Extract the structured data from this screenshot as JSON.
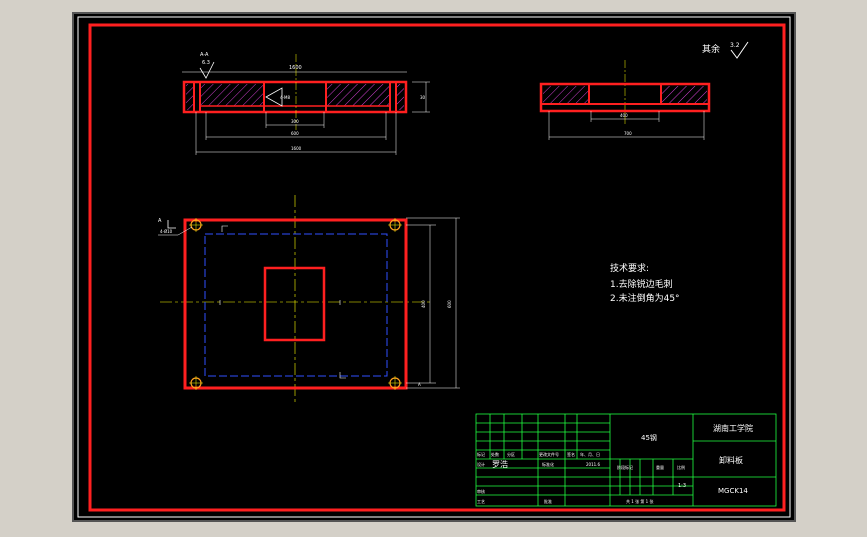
{
  "drawing": {
    "surface_finish_label": "其余",
    "surface_finish_value": "3.2",
    "top_left_view": {
      "section_label": "A-A",
      "roughness_value": "6.3",
      "dim_overall_width": "1600",
      "dim_height": "30",
      "dim_inner_1": "300",
      "dim_inner_2": "600",
      "dim_bottom_width": "1600",
      "hole_label": "4-M8"
    },
    "top_right_view": {
      "dim_inner": "400",
      "dim_bottom": "700"
    },
    "plan_view": {
      "section_marker": "A",
      "hole_spec": "4-Ø10",
      "dim_vertical_inner": "400",
      "dim_vertical_outer": "600"
    },
    "tech_requirements": {
      "heading": "技术要求:",
      "items": [
        "1.去除锐边毛刺",
        "2.未注倒角为45°"
      ]
    },
    "title_block": {
      "material": "45钢",
      "school": "湖南工学院",
      "part_name": "卸料板",
      "drawing_no": "MGCK14",
      "scale": "1:3",
      "designer": "罗浩",
      "date": "2011.6",
      "sheet_info": "共 1 张   第 1 张",
      "headers": [
        "标记",
        "处数",
        "分区",
        "更改文件号",
        "签名",
        "年、月、日"
      ],
      "row_design": "设计",
      "row_std": "标准化",
      "row_stage": "阶段标记",
      "row_weight": "重量",
      "row_scale": "比例",
      "row_review": "审核",
      "row_process": "工艺",
      "row_approve": "批准"
    }
  }
}
